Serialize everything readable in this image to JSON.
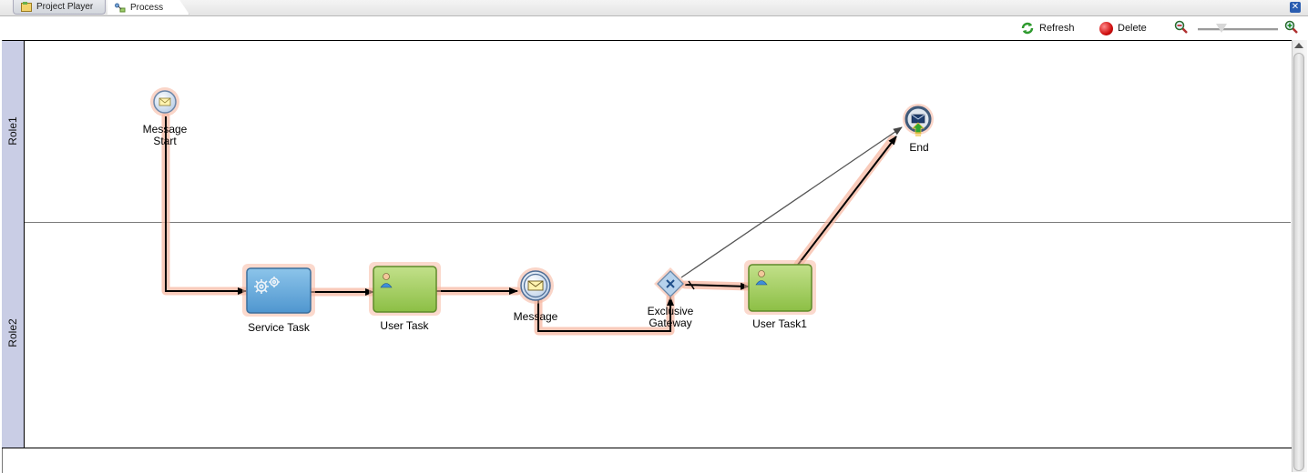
{
  "tabs": [
    {
      "label": "Project Player",
      "icon": "project-icon"
    },
    {
      "label": "Process",
      "icon": "process-icon"
    }
  ],
  "toolbar": {
    "refresh_label": "Refresh",
    "delete_label": "Delete",
    "zoom_level": 0.3
  },
  "lanes": [
    {
      "label": "Role1"
    },
    {
      "label": "Role2"
    }
  ],
  "nodes": {
    "message_start": "Message\nStart",
    "service_task": "Service Task",
    "user_task": "User Task",
    "message": "Message",
    "exclusive_gateway": "Exclusive\nGateway",
    "user_task1": "User Task1",
    "end": "End"
  },
  "colors": {
    "lane_header": "#c9cde5",
    "service_task": "#5fa6d8",
    "user_task": "#9cc955",
    "highlight": "#f5b7a0",
    "close_button": "#2a5db0"
  }
}
